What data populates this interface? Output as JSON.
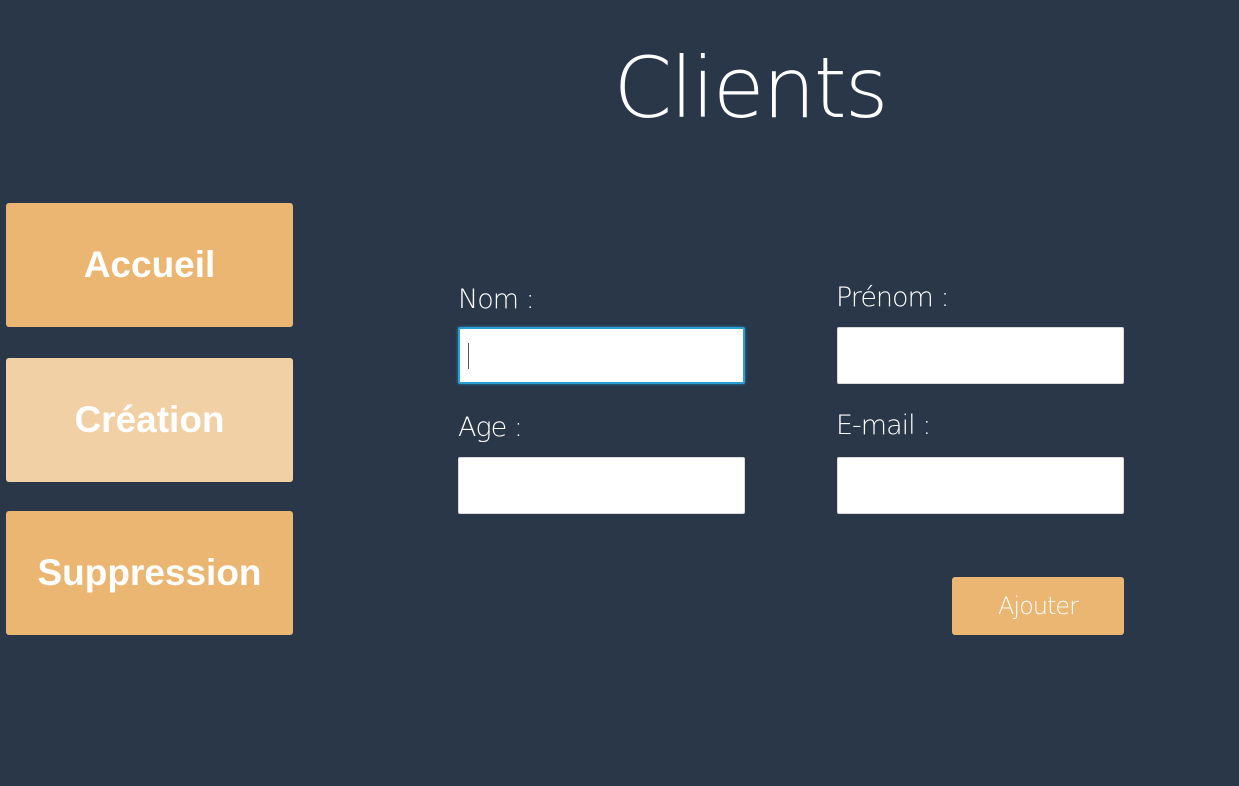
{
  "header": {
    "title": "Clients"
  },
  "nav": {
    "items": [
      {
        "label": "Accueil",
        "active": false
      },
      {
        "label": "Création",
        "active": true
      },
      {
        "label": "Suppression",
        "active": false
      }
    ]
  },
  "form": {
    "nom": {
      "label": "Nom :",
      "value": ""
    },
    "prenom": {
      "label": "Prénom :",
      "value": ""
    },
    "age": {
      "label": "Age :",
      "value": ""
    },
    "email": {
      "label": "E-mail :",
      "value": ""
    },
    "submit_label": "Ajouter"
  },
  "colors": {
    "background": "#293748",
    "button": "#ebb671",
    "button_active": "#f2d0a6",
    "focus_ring": "#2a9fd6"
  }
}
